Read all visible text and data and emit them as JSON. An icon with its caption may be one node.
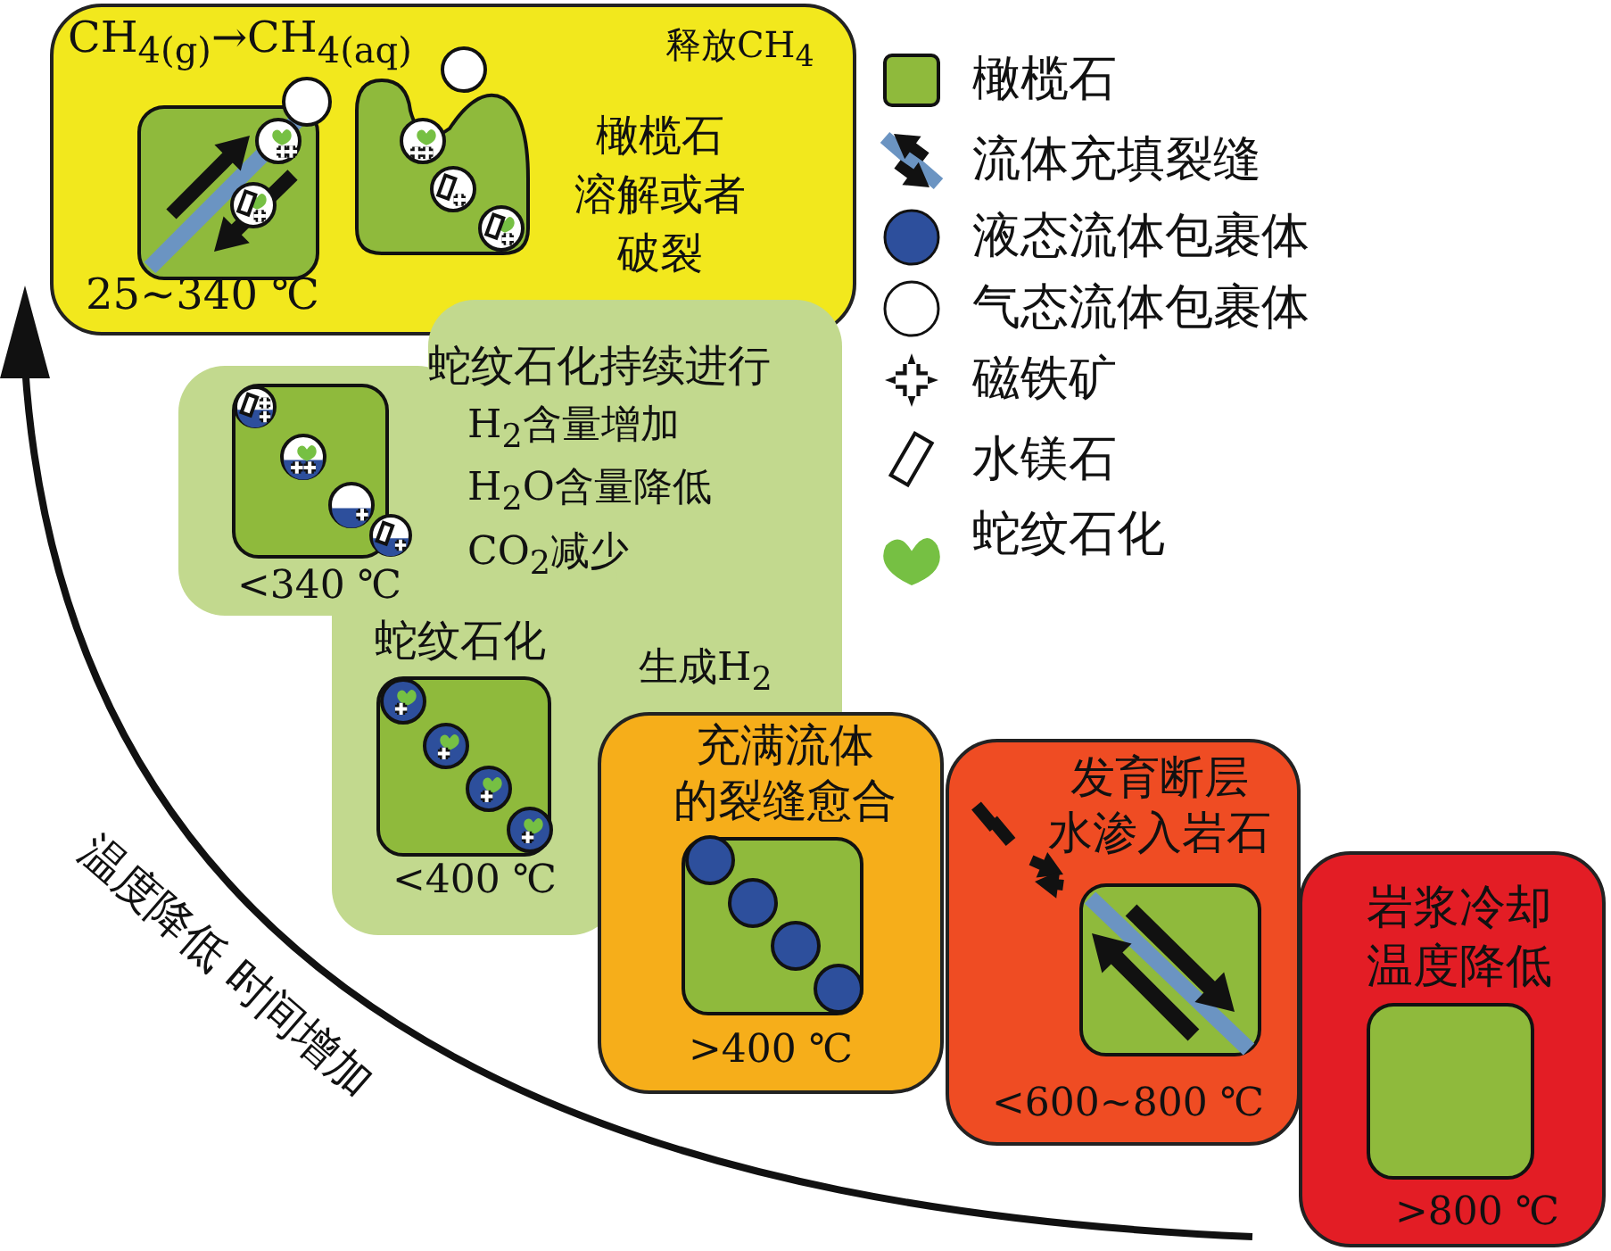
{
  "diagram": {
    "nodes": [
      {
        "text": [
          "CH$_{4(g)}$→CH$_{4(aq)}$",
          "释放CH$_{4}$",
          "橄榄石溶解或者破裂",
          "25~340 ℃"
        ]
      },
      {
        "text": [
          "蛇纹石化持续进行",
          "H$_{2}$含量增加 H$_{2}$O含量降低 CO$_{2}$减少",
          "<340 ℃",
          "蛇纹石化",
          "生成H$_{2}$",
          "<400 ℃"
        ]
      },
      {
        "text": [
          "充满流体的裂缝愈合",
          ">400 ℃"
        ]
      },
      {
        "text": [
          "发育断层水渗入岩石",
          "<600~800 ℃"
        ]
      },
      {
        "text": [
          "岩浆冷却温度降低",
          ">800 ℃"
        ]
      }
    ],
    "labels": [
      "温度降低 时间增加"
    ],
    "legend": [
      {
        "text": "橄榄石",
        "color": "#8fba3c"
      },
      {
        "text": "流体充填裂缝"
      },
      {
        "text": "液态流体包裹体",
        "color": "#2d4f9c"
      },
      {
        "text": "气态流体包裹体"
      },
      {
        "text": "磁铁矿"
      },
      {
        "text": "水镁石"
      },
      {
        "text": "蛇纹石化",
        "color": "#76c043"
      }
    ]
  }
}
